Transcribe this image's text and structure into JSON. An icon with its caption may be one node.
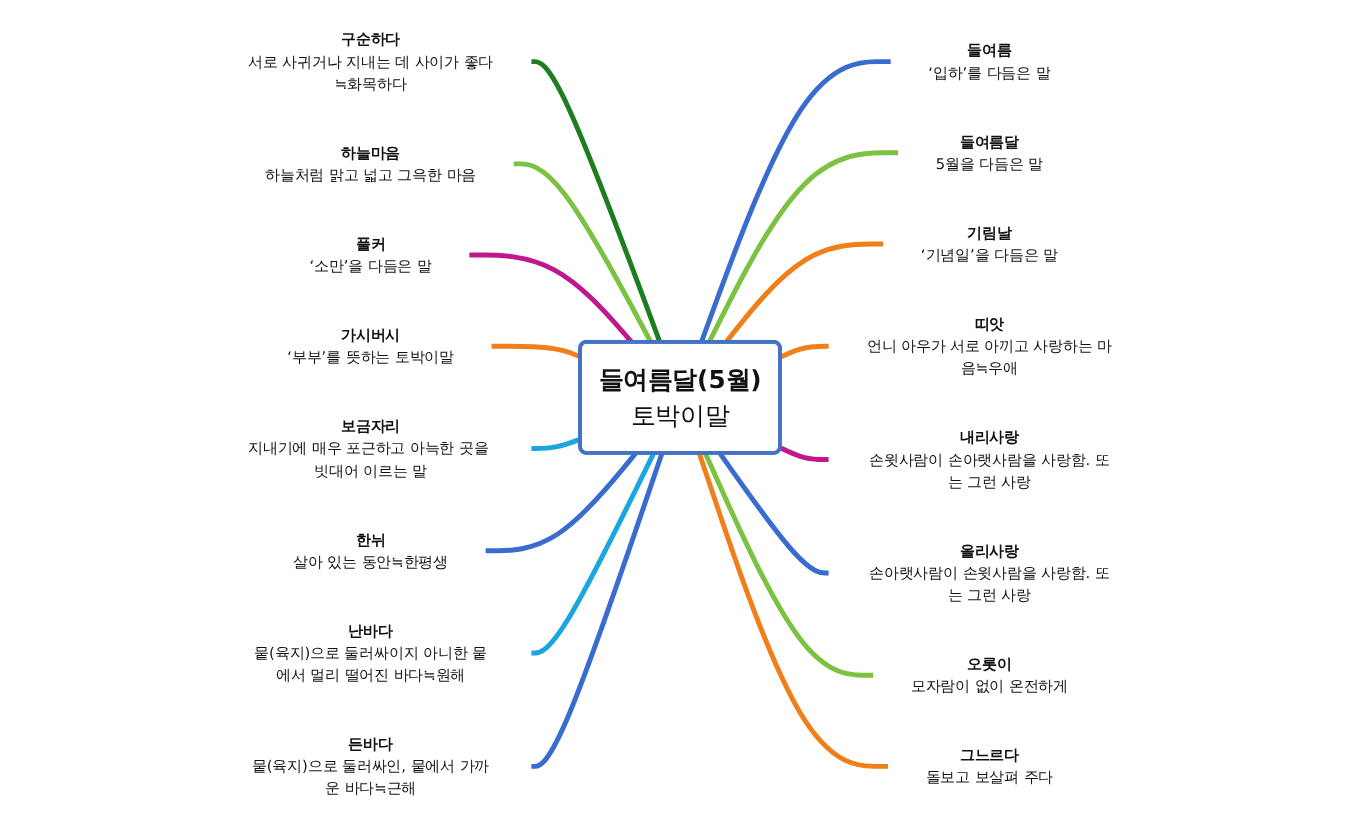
{
  "diagram": {
    "nodes": [
      {
        "text": [
          "들여름달(5월)",
          "토박이말"
        ]
      },
      {
        "text": [
          "구순하다",
          "서로 사귀거나 지내는 데 사이가 좋다≒화목하다"
        ]
      },
      {
        "text": [
          "하늘마음",
          "하늘처럼 맑고 넓고 그윽한 마음"
        ]
      },
      {
        "text": [
          "풀커",
          "‘소만’을 다듬은 말"
        ]
      },
      {
        "text": [
          "가시버시",
          "‘부부’를 뜻하는 토박이말"
        ]
      },
      {
        "text": [
          "보금자리",
          "지내기에 매우 포근하고 아늑한 곳을 빗대어 이르는 말"
        ]
      },
      {
        "text": [
          "한뉘",
          "살아 있는 동안≒한평생"
        ]
      },
      {
        "text": [
          "난바다",
          "뭍(육지)으로 둘러싸이지 아니한 뭍에서 멀리 떨어진 바다≒원해"
        ]
      },
      {
        "text": [
          "든바다",
          "뭍(육지)으로 둘러싸인, 뭍에서 가까운 바다≒근해"
        ]
      },
      {
        "text": [
          "들여름",
          "‘입하’를 다듬은 말"
        ]
      },
      {
        "text": [
          "들여름달",
          "5월을 다듬은 말"
        ]
      },
      {
        "text": [
          "기림날",
          "‘기념일’을 다듬은 말"
        ]
      },
      {
        "text": [
          "띠앗",
          "언니 아우가 서로 아끼고 사랑하는 마음≒우애"
        ]
      },
      {
        "text": [
          "내리사랑",
          "손윗사람이 손아랫사람을 사랑함. 또는 그런 사랑"
        ]
      },
      {
        "text": [
          "올리사랑",
          "손아랫사람이 손윗사람을 사랑함. 또는 그런 사랑"
        ]
      },
      {
        "text": [
          "오롯이",
          "모자람이 없이 온전하게"
        ]
      },
      {
        "text": [
          "그느르다",
          "돌보고 보살펴 주다"
        ]
      }
    ],
    "edges": [
      {
        "from": 1,
        "to": 0,
        "arrow": "none",
        "color": "#1e7d1e"
      },
      {
        "from": 2,
        "to": 0,
        "arrow": "none",
        "color": "#7cc242"
      },
      {
        "from": 3,
        "to": 0,
        "arrow": "none",
        "color": "#c0188c"
      },
      {
        "from": 4,
        "to": 0,
        "arrow": "none",
        "color": "#f07f1a"
      },
      {
        "from": 5,
        "to": 0,
        "arrow": "none",
        "color": "#1aa6e0"
      },
      {
        "from": 6,
        "to": 0,
        "arrow": "none",
        "color": "#3a6cd0"
      },
      {
        "from": 7,
        "to": 0,
        "arrow": "none",
        "color": "#1aa6e0"
      },
      {
        "from": 8,
        "to": 0,
        "arrow": "none",
        "color": "#3a6cd0"
      },
      {
        "from": 0,
        "to": 9,
        "arrow": "none",
        "color": "#3a6cd0"
      },
      {
        "from": 0,
        "to": 10,
        "arrow": "none",
        "color": "#7cc242"
      },
      {
        "from": 0,
        "to": 11,
        "arrow": "none",
        "color": "#f07f1a"
      },
      {
        "from": 0,
        "to": 12,
        "arrow": "none",
        "color": "#f07f1a"
      },
      {
        "from": 0,
        "to": 13,
        "arrow": "none",
        "color": "#c0188c"
      },
      {
        "from": 0,
        "to": 14,
        "arrow": "none",
        "color": "#3a6cd0"
      },
      {
        "from": 0,
        "to": 15,
        "arrow": "none",
        "color": "#7cc242"
      },
      {
        "from": 0,
        "to": 16,
        "arrow": "none",
        "color": "#f07f1a"
      }
    ]
  }
}
